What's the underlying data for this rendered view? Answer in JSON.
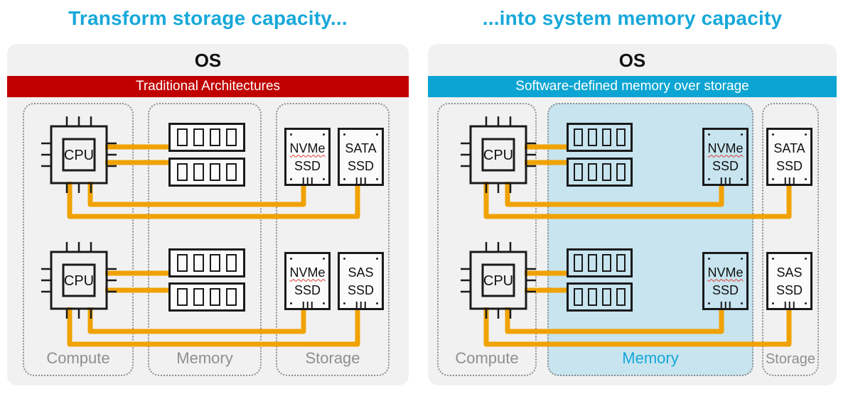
{
  "titles": {
    "left": "Transform storage capacity...",
    "right": "...into system memory capacity"
  },
  "colors": {
    "title-cyan": "#17a8da",
    "accent-cyan": "#14a7d6",
    "banner-red": "#c00000",
    "banner-cyan": "#0ca5d3",
    "orange": "#f0a202",
    "panel-bg": "#f1f1f2",
    "memory-fill": "#c7e4ef",
    "outline": "#1a1a1a",
    "dotted": "#8e8e8e",
    "label-gray": "#8f8f8f"
  },
  "panels": [
    {
      "os_label": "OS",
      "banner": "Traditional Architectures",
      "columns": {
        "compute": "Compute",
        "memory": "Memory",
        "storage": "Storage"
      },
      "cpu_label": "CPU",
      "ssds": [
        {
          "type": "NVMe",
          "line2": "SSD"
        },
        {
          "type": "SATA",
          "line2": "SSD"
        },
        {
          "type": "NVMe",
          "line2": "SSD"
        },
        {
          "type": "SAS",
          "line2": "SSD"
        }
      ]
    },
    {
      "os_label": "OS",
      "banner": "Software-defined memory over storage",
      "columns": {
        "compute": "Compute",
        "memory": "Memory",
        "storage": "Storage"
      },
      "cpu_label": "CPU",
      "ssds": [
        {
          "type": "NVMe",
          "line2": "SSD"
        },
        {
          "type": "SATA",
          "line2": "SSD"
        },
        {
          "type": "NVMe",
          "line2": "SSD"
        },
        {
          "type": "SAS",
          "line2": "SSD"
        }
      ]
    }
  ]
}
